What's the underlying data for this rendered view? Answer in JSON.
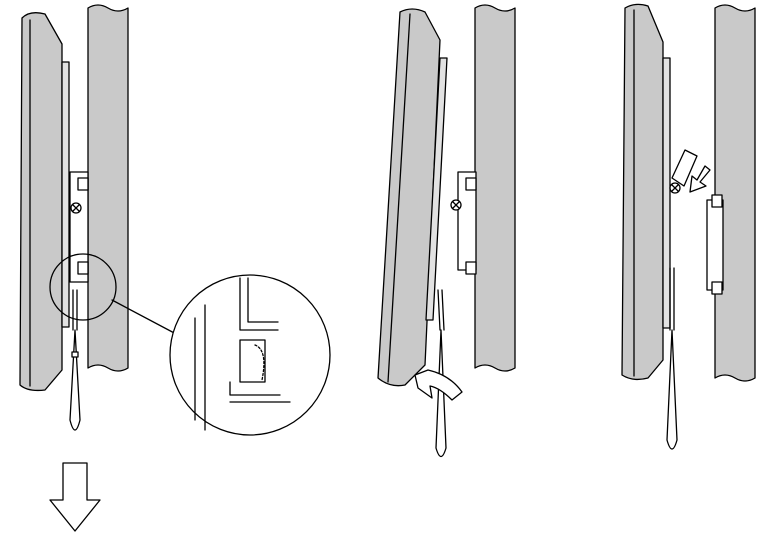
{
  "colors": {
    "line": "#000000",
    "panel_fill": "#c9c9c9",
    "wall_fill": "#c9c9c9",
    "background": "#ffffff"
  },
  "steps": [
    {
      "icons": [
        "tv-panel",
        "wall",
        "mount-bracket",
        "pull-strap",
        "magnifier",
        "arrow-down-icon"
      ]
    },
    {
      "icons": [
        "tv-panel",
        "wall",
        "mount-bracket",
        "pull-strap",
        "rotate-arrow-icon"
      ]
    },
    {
      "icons": [
        "tv-panel",
        "wall",
        "mount-bracket",
        "pull-strap",
        "arrow-insert-icon"
      ]
    }
  ]
}
